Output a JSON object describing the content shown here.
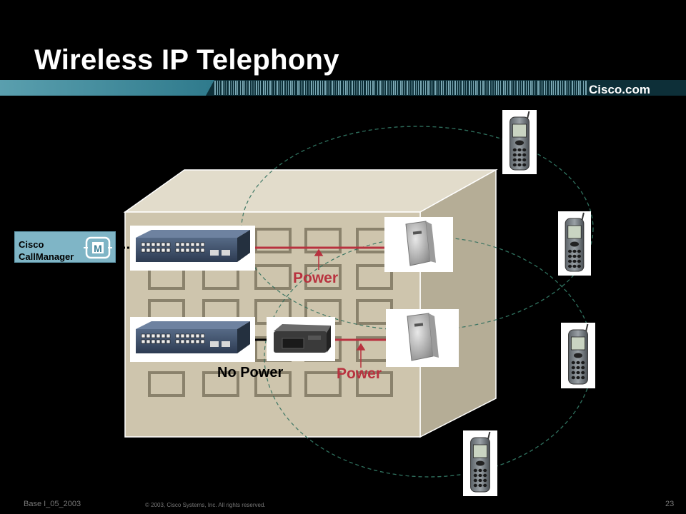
{
  "slide": {
    "title": "Wireless IP Telephony",
    "brand": "Cisco.com"
  },
  "call_manager": {
    "line1": "Cisco",
    "line2": "CallManager",
    "icon_letter": "M"
  },
  "labels": {
    "power_top": "Power",
    "power_bottom": "Power",
    "no_power": "No Power"
  },
  "footer": {
    "course": "Base I_05_2003",
    "copyright": "© 2003, Cisco Systems, Inc. All rights reserved.",
    "page": "23"
  },
  "colors": {
    "building_face": "#cec5ad",
    "building_side": "#b5ad96",
    "building_top": "#e2dccb",
    "power_line": "#b8323f",
    "coverage_circle": "#2f6e5c",
    "callmanager_box": "#7fb5c6",
    "banner": "#3d8a9c"
  },
  "icons": {
    "switch": "catalyst-switch-icon",
    "power_injector": "power-injector-icon",
    "access_point": "access-point-icon",
    "phone": "wireless-ip-phone-icon",
    "callmanager": "callmanager-icon"
  }
}
